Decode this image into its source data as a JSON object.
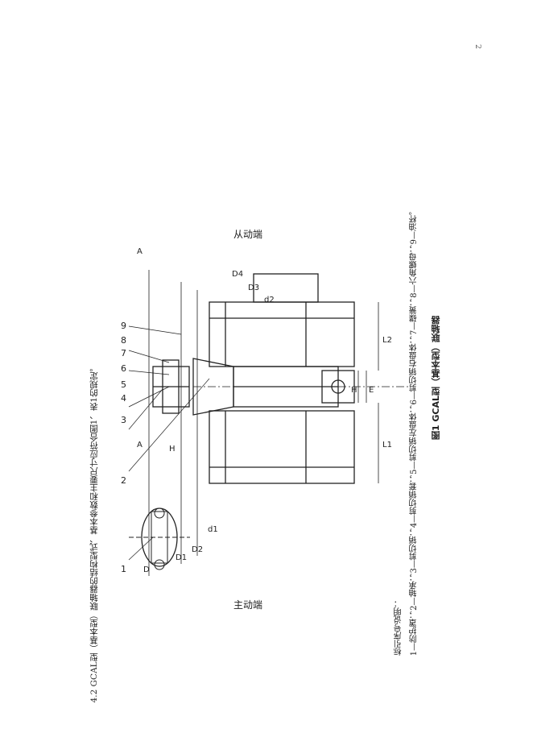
{
  "page_number": "2",
  "section": {
    "heading": "4.2  GCAL型（基本型）联轴器的结构型式、基本参数和主要尺寸应符合图1、表1的规定。"
  },
  "figure": {
    "caption": "图1  GCAL型（基本型）联轴器",
    "labels": {
      "driving_end": "主动端",
      "driven_end": "从动端",
      "part_numbers": [
        "1",
        "2",
        "3",
        "4",
        "5",
        "6",
        "7",
        "8",
        "9"
      ],
      "view_a": "A",
      "dim_D": "D",
      "dim_D1": "D1",
      "dim_D2": "D2",
      "dim_D3": "D3",
      "dim_D4": "D4",
      "dim_d1": "d1",
      "dim_d2": "d2",
      "dim_L1": "L1",
      "dim_L2": "L2",
      "dim_H": "H",
      "dim_E": "E"
    }
  },
  "legend": {
    "title": "标引序号说明：",
    "items": "1—防护罩；2—轴承；3—剪切销；4—剪切销套；5—剪切销左盘体；6—剪切销右盘体；7—碟簧；8—六角螺母；9—油杯。"
  }
}
